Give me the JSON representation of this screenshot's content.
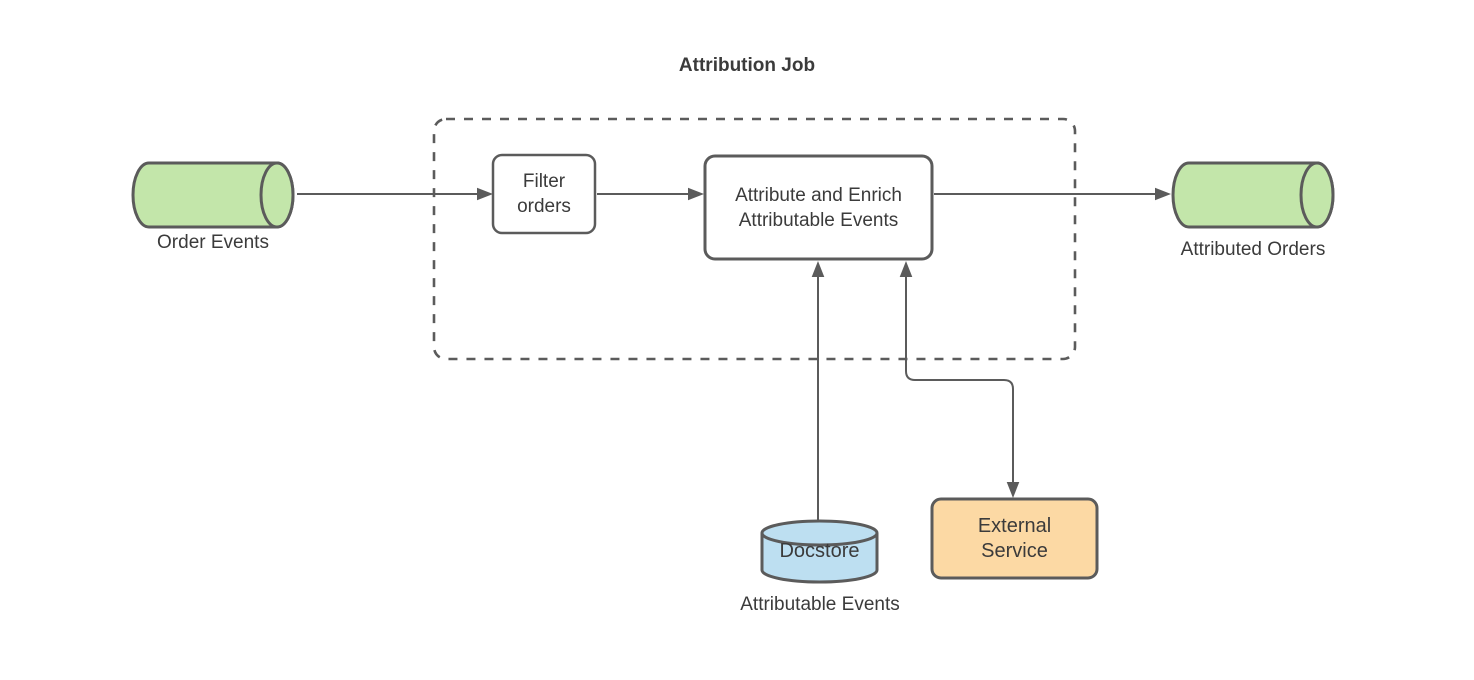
{
  "diagram": {
    "title": "Attribution Job",
    "nodes": {
      "order_events": {
        "label": "Order Events",
        "shape": "horizontal-cylinder-queue"
      },
      "filter_orders": {
        "label": "Filter orders",
        "shape": "rounded-rect-process"
      },
      "attribute_enrich": {
        "label": "Attribute and Enrich Attributable Events",
        "shape": "rounded-rect-process"
      },
      "attributed_orders": {
        "label": "Attributed Orders",
        "shape": "horizontal-cylinder-queue"
      },
      "docstore": {
        "label": "Docstore",
        "sublabel": "Attributable Events",
        "shape": "database-cylinder"
      },
      "external_service": {
        "label": "External Service",
        "shape": "rounded-rect"
      }
    },
    "boundary": {
      "label": "Attribution Job",
      "style": "dashed",
      "contains": [
        "Filter orders",
        "Attribute and Enrich Attributable Events"
      ]
    },
    "edges": [
      {
        "from": "Order Events",
        "to": "Filter orders",
        "direction": "one-way"
      },
      {
        "from": "Filter orders",
        "to": "Attribute and Enrich Attributable Events",
        "direction": "one-way"
      },
      {
        "from": "Attribute and Enrich Attributable Events",
        "to": "Attributed Orders",
        "direction": "one-way"
      },
      {
        "from": "Docstore (Attributable Events)",
        "to": "Attribute and Enrich Attributable Events",
        "direction": "one-way"
      },
      {
        "from": "Attribute and Enrich Attributable Events",
        "to": "External Service",
        "direction": "two-way"
      }
    ],
    "colors": {
      "stream_fill": "#c3e6aa",
      "datastore_fill": "#bddff1",
      "external_fill": "#fcd9a4",
      "process_fill": "#ffffff",
      "stroke": "#5b5b5b",
      "text": "#3b3b3b"
    }
  }
}
